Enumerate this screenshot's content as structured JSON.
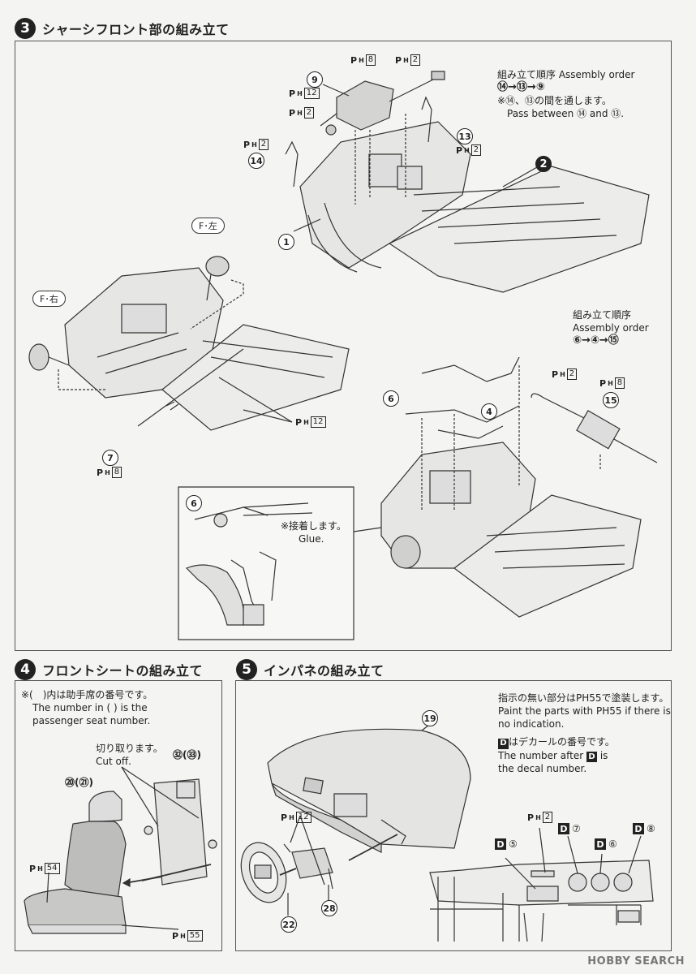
{
  "step3": {
    "number": "3",
    "title": "シャーシフロント部の組み立て",
    "order_note_1": {
      "ja": "組み立て順序 Assembly order",
      "seq": "⑭→⑬→⑨",
      "note_ja": "※⑭、⑬の間を通します。",
      "note_en": "Pass between ⑭ and ⑬."
    },
    "order_note_2": {
      "ja": "組み立て順序",
      "en": "Assembly order",
      "seq": "⑥→④→⑮"
    },
    "glue_note": {
      "ja": "※接着します。",
      "en": "Glue."
    },
    "tag_left": "F･左",
    "tag_right": "F･右",
    "callouts": [
      "9",
      "13",
      "14",
      "1",
      "2",
      "7",
      "6",
      "4",
      "15",
      "6"
    ],
    "paints": {
      "p8a": "8",
      "p2a": "2",
      "p12a": "12",
      "p2b": "2",
      "p2c": "2",
      "p2d": "2",
      "p12b": "12",
      "p8b": "8",
      "p2e": "2",
      "p8c": "8"
    }
  },
  "step4": {
    "number": "4",
    "title": "フロントシートの組み立て",
    "note_ja": "※(　)内は助手席の番号です。",
    "note_en_1": "The number in ( ) is the",
    "note_en_2": "passenger seat number.",
    "cut_ja": "切り取ります。",
    "cut_en": "Cut off.",
    "part_a": "㉜(㉝)",
    "part_b": "⑳(㉑)",
    "paint_a": "54",
    "paint_b": "55"
  },
  "step5": {
    "number": "5",
    "title": "インパネの組み立て",
    "note_ja": "指示の無い部分はPH55で塗装します。",
    "note_en_1": "Paint the parts with PH55 if there is",
    "note_en_2": "no indication.",
    "decal_ja": "はデカールの番号です。",
    "decal_en_1": "The number after",
    "decal_en_2": "is",
    "decal_en_3": "the decal number.",
    "decal_letter": "D",
    "parts": {
      "a": "19",
      "b": "28",
      "c": "22"
    },
    "paint": "12",
    "paint_dash": "2",
    "decals": [
      "⑤",
      "⑦",
      "⑥",
      "⑧"
    ]
  },
  "watermark": "HOBBY SEARCH"
}
